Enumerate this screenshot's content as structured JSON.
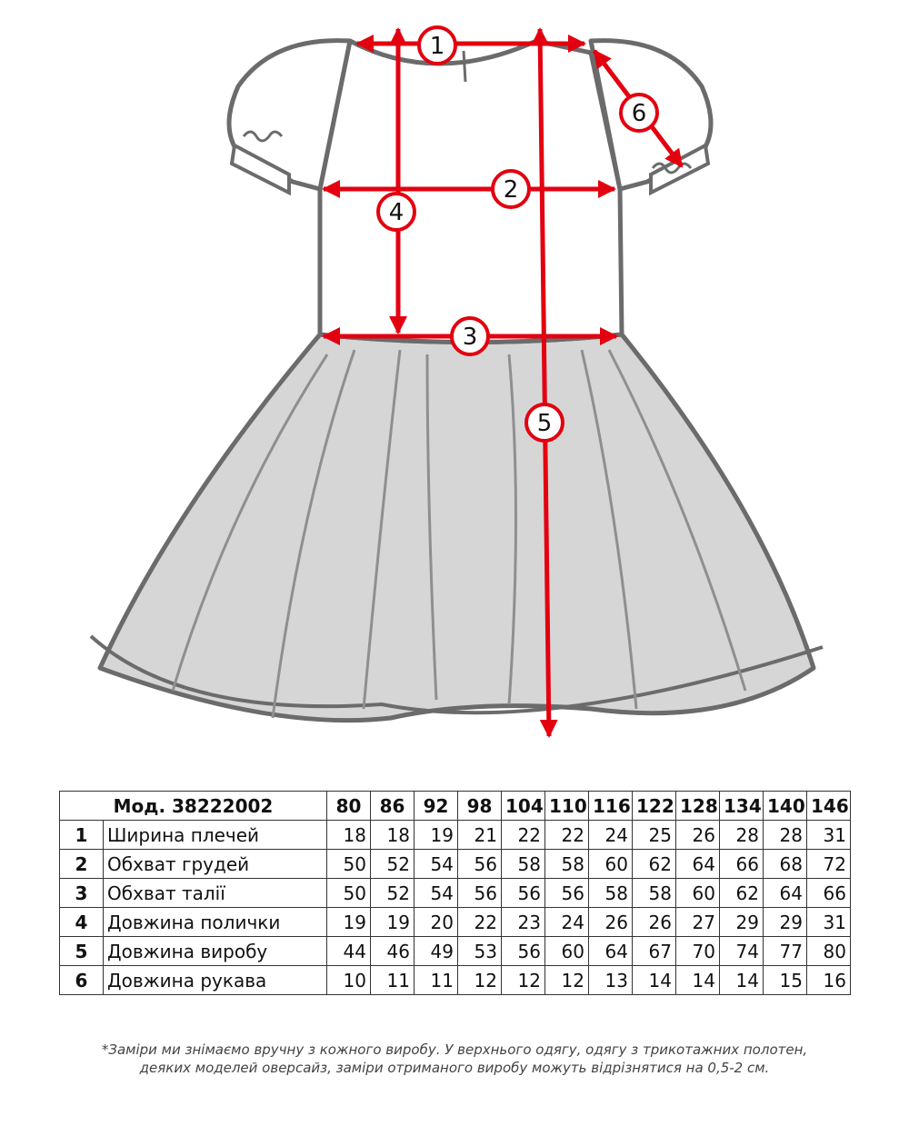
{
  "diagram": {
    "colors": {
      "outline": "#6b6b6b",
      "skirt_fill": "#d6d6d6",
      "arrow": "#e3000f"
    },
    "markers": [
      "1",
      "2",
      "3",
      "4",
      "5",
      "6"
    ]
  },
  "table": {
    "model_label": "Мод. 38222002",
    "sizes": [
      "80",
      "86",
      "92",
      "98",
      "104",
      "110",
      "116",
      "122",
      "128",
      "134",
      "140",
      "146"
    ],
    "rows": [
      {
        "idx": "1",
        "name": "Ширина плечей",
        "values": [
          "18",
          "18",
          "19",
          "21",
          "22",
          "22",
          "24",
          "25",
          "26",
          "28",
          "28",
          "31"
        ]
      },
      {
        "idx": "2",
        "name": "Обхват грудей",
        "values": [
          "50",
          "52",
          "54",
          "56",
          "58",
          "58",
          "60",
          "62",
          "64",
          "66",
          "68",
          "72"
        ]
      },
      {
        "idx": "3",
        "name": "Обхват талії",
        "values": [
          "50",
          "52",
          "54",
          "56",
          "56",
          "56",
          "58",
          "58",
          "60",
          "62",
          "64",
          "66"
        ]
      },
      {
        "idx": "4",
        "name": "Довжина полички",
        "values": [
          "19",
          "19",
          "20",
          "22",
          "23",
          "24",
          "26",
          "26",
          "27",
          "29",
          "29",
          "31"
        ]
      },
      {
        "idx": "5",
        "name": "Довжина виробу",
        "values": [
          "44",
          "46",
          "49",
          "53",
          "56",
          "60",
          "64",
          "67",
          "70",
          "74",
          "77",
          "80"
        ]
      },
      {
        "idx": "6",
        "name": "Довжина рукава",
        "values": [
          "10",
          "11",
          "11",
          "12",
          "12",
          "12",
          "13",
          "14",
          "14",
          "14",
          "15",
          "16"
        ]
      }
    ]
  },
  "footnote": {
    "line1": "*Заміри ми знімаємо вручну з кожного виробу.  У верхнього одягу, одягу з трикотажних полотен,",
    "line2": "деяких моделей оверсайз, заміри отриманого виробу можуть відрізнятися на  0,5-2 см."
  }
}
